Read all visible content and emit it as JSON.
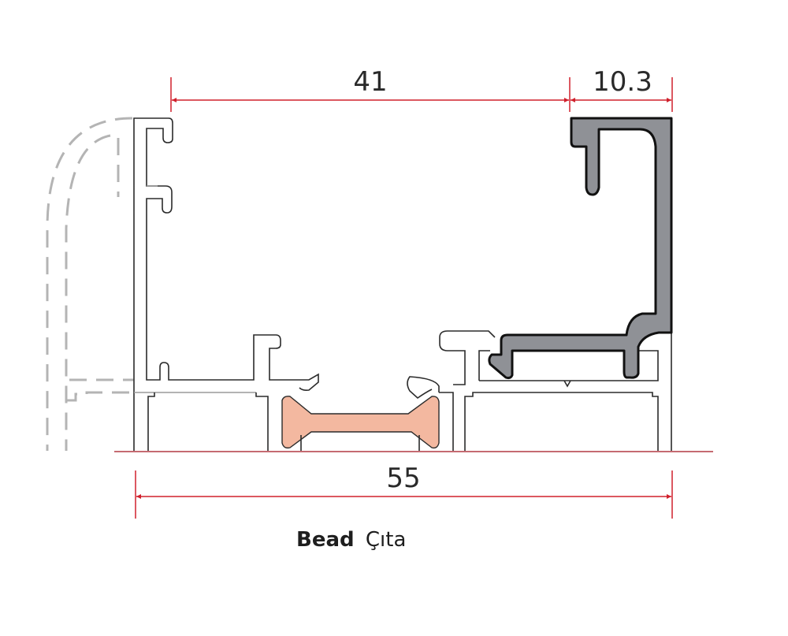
{
  "dimensions": {
    "top_left": "41",
    "top_right": "10.3",
    "bottom_total": "55"
  },
  "caption": {
    "bold": "Bead",
    "regular": "Çıta"
  },
  "colors": {
    "dimension_line": "#d0202c",
    "baseline": "#b23a44",
    "glazing_bead_fill": "#8f9196",
    "gasket_fill": "#f3b8a0",
    "outline": "#2b2b2b",
    "hidden_line": "#b4b4b4"
  }
}
